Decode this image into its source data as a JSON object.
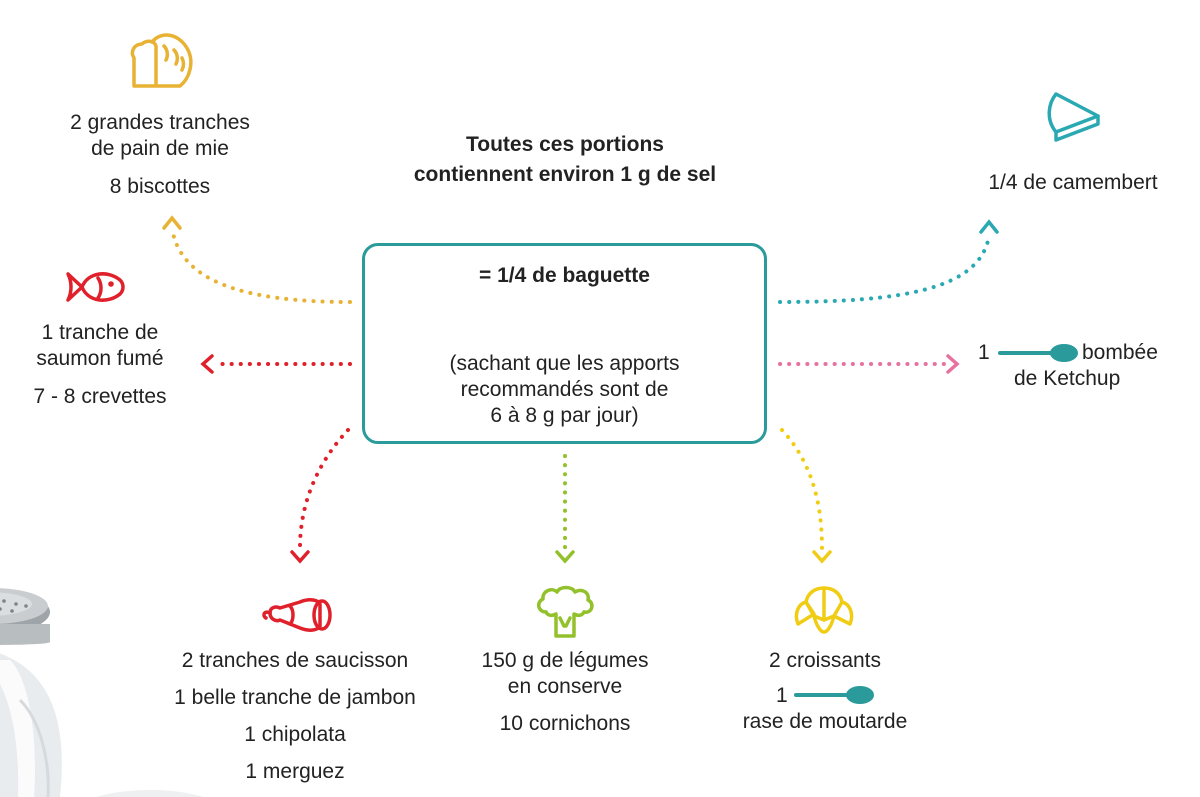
{
  "title": {
    "line1": "Toutes ces portions",
    "line2": "contiennent environ 1 g de sel"
  },
  "center": {
    "heading": "= 1/4 de baguette",
    "note_line1": "(sachant que les apports",
    "note_line2": "recommandés sont de",
    "note_line3": "6 à 8 g par jour)"
  },
  "nodes": {
    "bread": {
      "icon": "bread-icon",
      "color": "#e8b234",
      "line1": "2 grandes tranches",
      "line2": "de pain de mie",
      "line3": "8 biscottes"
    },
    "fish": {
      "icon": "fish-icon",
      "color": "#e0202a",
      "line1": "1 tranche de",
      "line2": "saumon fumé",
      "line3": "7 - 8 crevettes"
    },
    "camembert": {
      "icon": "cheese-icon",
      "color": "#2aa9b3",
      "line1": "1/4 de camembert"
    },
    "ketchup": {
      "icon": "spoon-icon",
      "color": "#e8729f",
      "prefix": "1",
      "line1": "bombée",
      "line2": "de Ketchup"
    },
    "ham": {
      "icon": "ham-icon",
      "color": "#e0202a",
      "line1": "2 tranches de saucisson",
      "line2": "1 belle tranche de jambon",
      "line3": "1 chipolata",
      "line4": "1 merguez"
    },
    "vegetables": {
      "icon": "broccoli-icon",
      "color": "#93c12b",
      "line1": "150 g de légumes",
      "line2": "en conserve",
      "line3": "10 cornichons"
    },
    "croissant": {
      "icon": "croissant-icon",
      "color": "#f0cd14",
      "prefix": "1",
      "line1": "2 croissants",
      "line2": "rase de moutarde"
    }
  },
  "colors": {
    "box_border": "#2a9a9b",
    "spoon": "#2a9a9b"
  }
}
